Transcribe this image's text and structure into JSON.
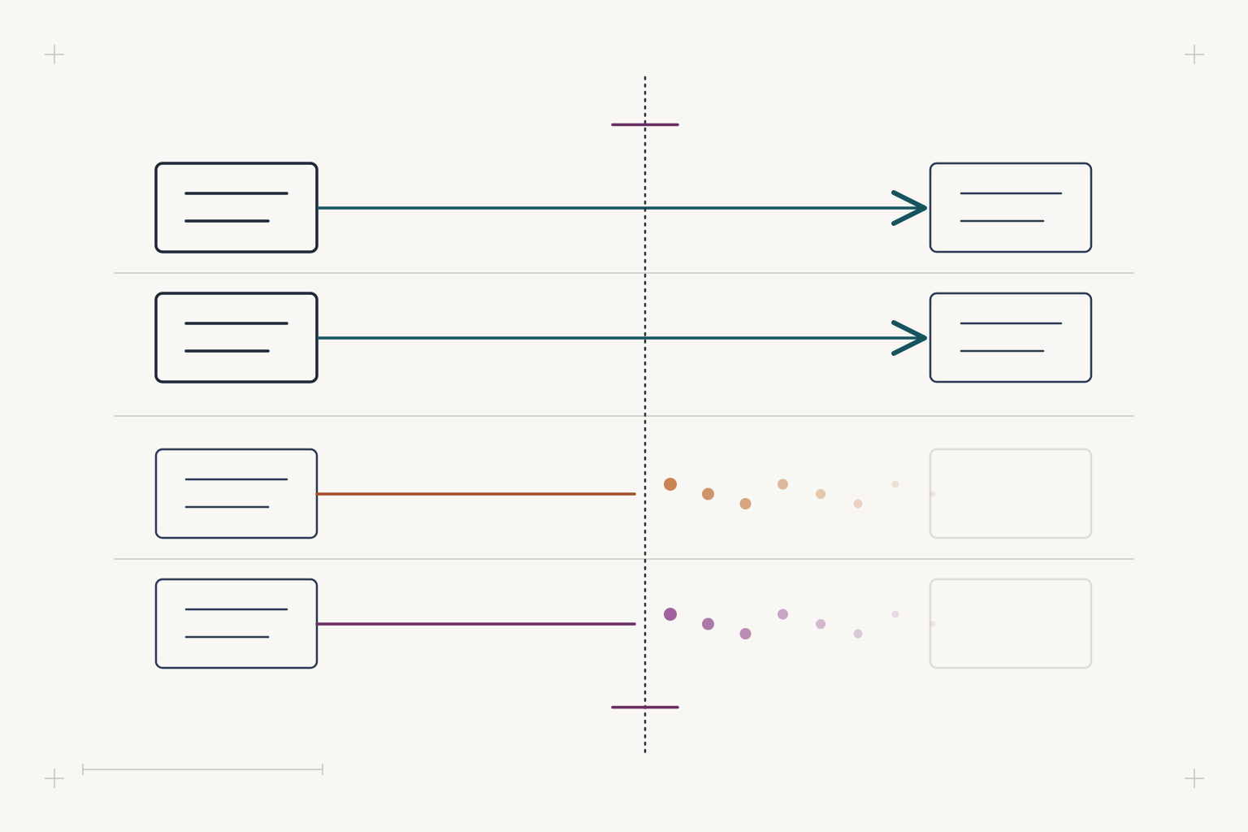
{
  "diagram": {
    "rows": [
      {
        "state": "complete",
        "color": "#16535f"
      },
      {
        "state": "complete",
        "color": "#16535f"
      },
      {
        "state": "interrupted",
        "color": "#a24f2d",
        "trail_color": "#c98353"
      },
      {
        "state": "interrupted",
        "color": "#6b2c64",
        "trail_color": "#a0629a"
      }
    ]
  },
  "colors": {
    "background": "#f8f7f4",
    "ink": "#1d2738",
    "box_stroke": "#2a3a55",
    "divider": "#d6d4cf",
    "cutoff_marker": "#6b2c64",
    "faded_box": "#dedcd8",
    "corner_mark": "#c4c2bd"
  },
  "icons": [
    "cross-mark-icon",
    "arrowhead-icon"
  ]
}
